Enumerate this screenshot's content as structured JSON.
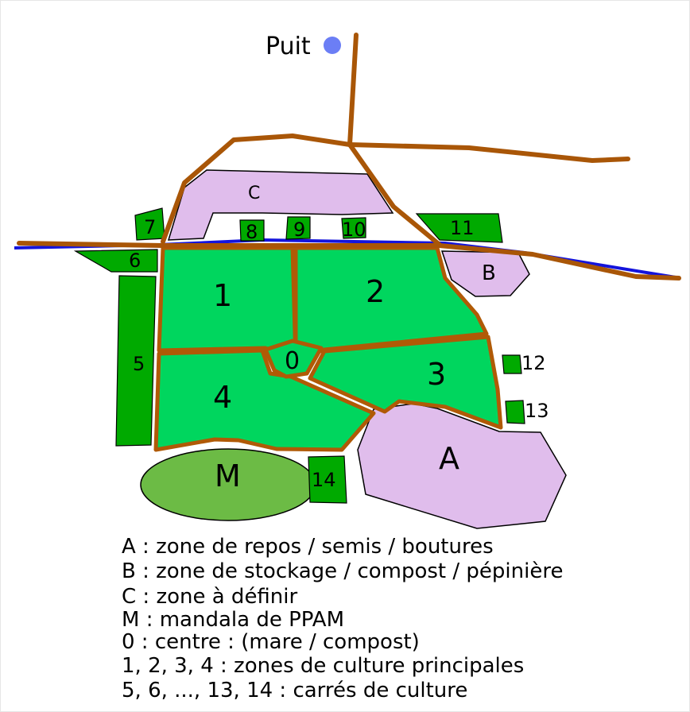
{
  "map": {
    "well_label": "Puit",
    "zones": {
      "z0": "0",
      "z1": "1",
      "z2": "2",
      "z3": "3",
      "z4": "4",
      "zA": "A",
      "zB": "B",
      "zC": "C",
      "zM": "M"
    },
    "squares": {
      "s5": "5",
      "s6": "6",
      "s7": "7",
      "s8": "8",
      "s9": "9",
      "s10": "10",
      "s11": "11",
      "s12": "12",
      "s13": "13",
      "s14": "14"
    },
    "colors": {
      "main_zone": "#00d65e",
      "square": "#00aa00",
      "rest_zone": "#e0bdec",
      "mandala": "#6cbb45",
      "path": "#a95607",
      "stream": "#1414dc",
      "well": "#6b7ef5"
    }
  },
  "legend": [
    "A : zone de repos / semis / boutures",
    "B : zone de stockage / compost / pépinière",
    "C : zone à définir",
    "M : mandala de PPAM",
    "0 : centre : (mare / compost)",
    "1, 2, 3, 4 : zones de culture principales",
    "5, 6, ..., 13, 14 : carrés de culture"
  ]
}
